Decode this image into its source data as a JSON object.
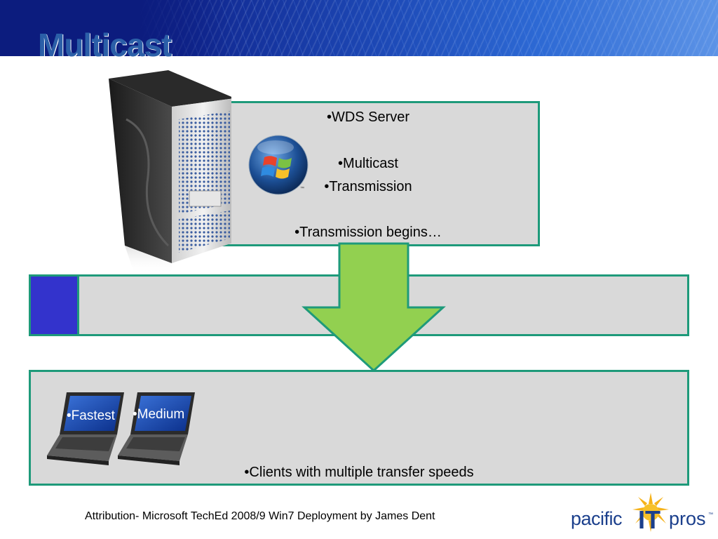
{
  "slide": {
    "title": "Multicast",
    "server_box": {
      "lines": [
        "•WDS Server",
        "•Multicast",
        "•Transmission",
        "•Transmission begins…"
      ]
    },
    "progress": {
      "value": 0.07
    },
    "clients_box": {
      "caption": "•Clients with multiple transfer speeds",
      "laptops": [
        {
          "label": "•Fastest"
        },
        {
          "label": "•Medium"
        }
      ]
    },
    "attribution": "Attribution- Microsoft TechEd 2008/9 Win7 Deployment by James Dent",
    "logo": {
      "part1": "pacific",
      "part2": "IT",
      "part3": "pros",
      "tm": "™"
    },
    "colors": {
      "box_fill": "#d9d9d9",
      "box_border": "#1e9a7a",
      "progress_fill": "#3333cc",
      "arrow": "#92d050",
      "title": "#2b5fa8"
    },
    "icons": [
      "server-tower-icon",
      "windows-logo-icon",
      "laptop-icon",
      "down-arrow-icon",
      "sun-burst-icon"
    ]
  }
}
